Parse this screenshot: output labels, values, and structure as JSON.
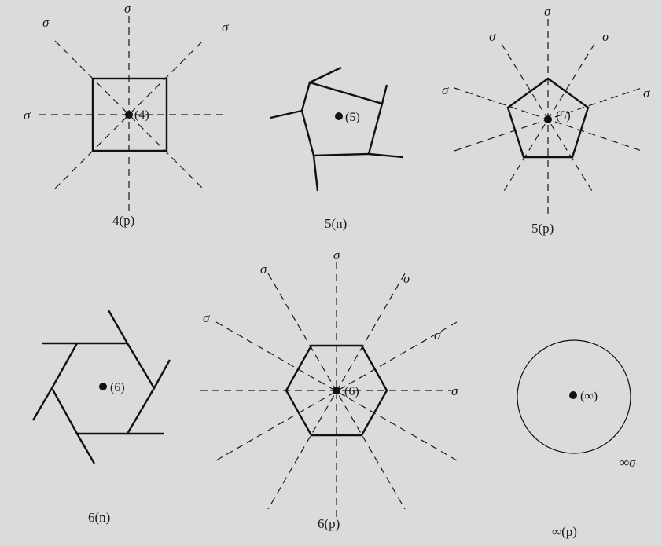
{
  "figure": {
    "background": "#d9dbdd",
    "ink": "#111111",
    "panels": [
      {
        "id": "square-4p",
        "caption": "4(p)",
        "order_label": "(4)",
        "mirror_symbol": "σ",
        "shape": "square"
      },
      {
        "id": "pentagon-5n",
        "caption": "5(n)",
        "order_label": "(5)",
        "shape": "pentagon-pinwheel"
      },
      {
        "id": "pentagon-5p",
        "caption": "5(p)",
        "order_label": "(5)",
        "mirror_symbol": "σ",
        "shape": "pentagon"
      },
      {
        "id": "hexagon-6n",
        "caption": "6(n)",
        "order_label": "(6)",
        "shape": "hexagon-pinwheel"
      },
      {
        "id": "hexagon-6p",
        "caption": "6(p)",
        "order_label": "(6)",
        "mirror_symbol": "σ",
        "shape": "hexagon"
      },
      {
        "id": "circle-inf",
        "caption": "∞(p)",
        "order_label": "(∞)",
        "mirror_symbol": "∞σ",
        "shape": "circle"
      }
    ]
  }
}
